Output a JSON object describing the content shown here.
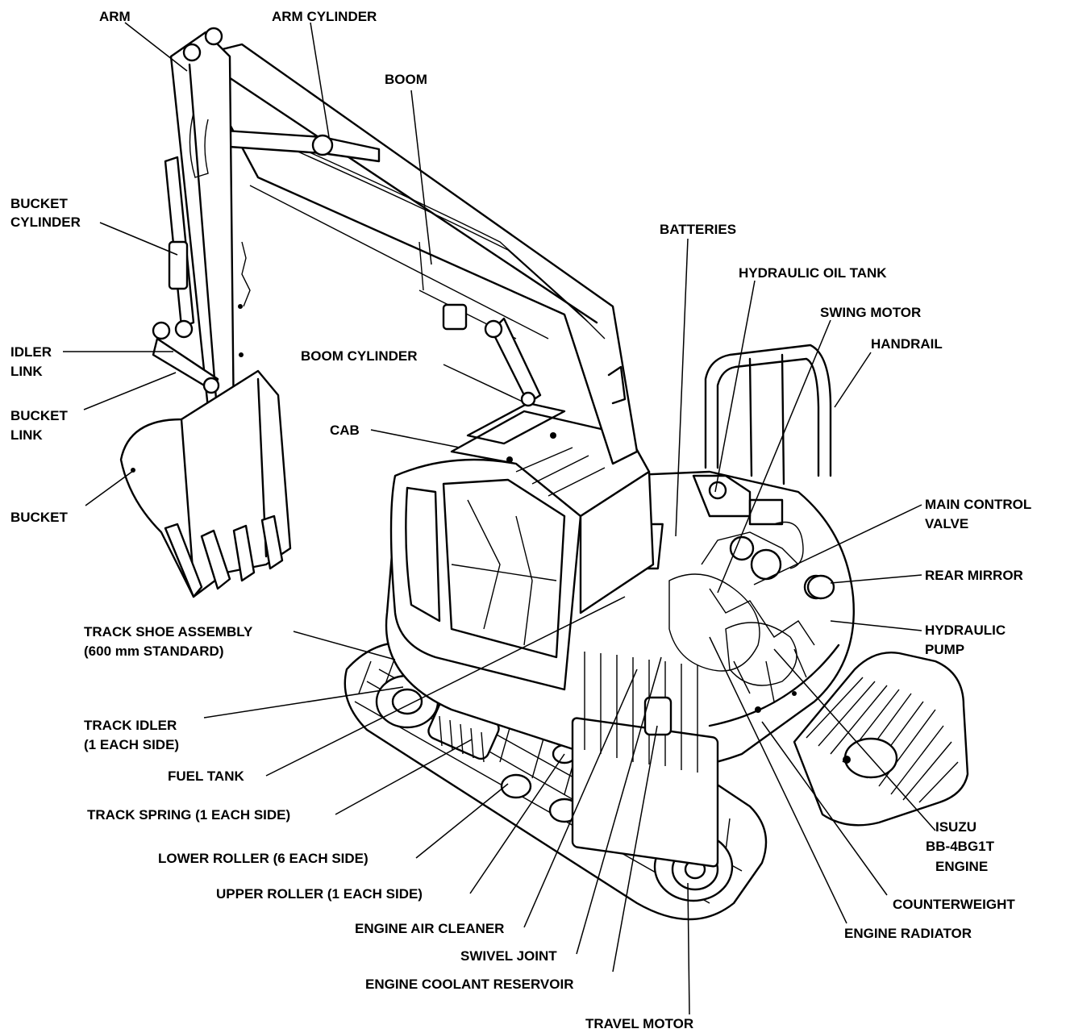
{
  "labels": {
    "arm": "ARM",
    "arm_cylinder": "ARM CYLINDER",
    "boom": "BOOM",
    "bucket_cylinder_1": "BUCKET",
    "bucket_cylinder_2": "CYLINDER",
    "batteries": "BATTERIES",
    "hydraulic_oil_tank": "HYDRAULIC OIL TANK",
    "swing_motor": "SWING MOTOR",
    "handrail": "HANDRAIL",
    "boom_cylinder": "BOOM CYLINDER",
    "idler_link_1": "IDLER",
    "idler_link_2": "LINK",
    "bucket_link_1": "BUCKET",
    "bucket_link_2": "LINK",
    "cab": "CAB",
    "bucket": "BUCKET",
    "main_control_valve_1": "MAIN CONTROL",
    "main_control_valve_2": "VALVE",
    "rear_mirror": "REAR MIRROR",
    "hydraulic_pump_1": "HYDRAULIC",
    "hydraulic_pump_2": "PUMP",
    "track_shoe_assembly_1": "TRACK SHOE ASSEMBLY",
    "track_shoe_assembly_2": "(600 mm STANDARD)",
    "track_idler_1": "TRACK IDLER",
    "track_idler_2": "(1 EACH SIDE)",
    "fuel_tank": "FUEL TANK",
    "track_spring": "TRACK SPRING (1 EACH SIDE)",
    "lower_roller": "LOWER ROLLER (6 EACH SIDE)",
    "upper_roller": "UPPER ROLLER (1 EACH SIDE)",
    "engine_air_cleaner": "ENGINE AIR CLEANER",
    "swivel_joint": "SWIVEL JOINT",
    "engine_coolant_reservoir": "ENGINE COOLANT RESERVOIR",
    "travel_motor": "TRAVEL MOTOR",
    "engine_1": "ISUZU",
    "engine_2": "BB-4BG1T",
    "engine_3": "ENGINE",
    "counterweight": "COUNTERWEIGHT",
    "engine_radiator": "ENGINE RADIATOR"
  }
}
